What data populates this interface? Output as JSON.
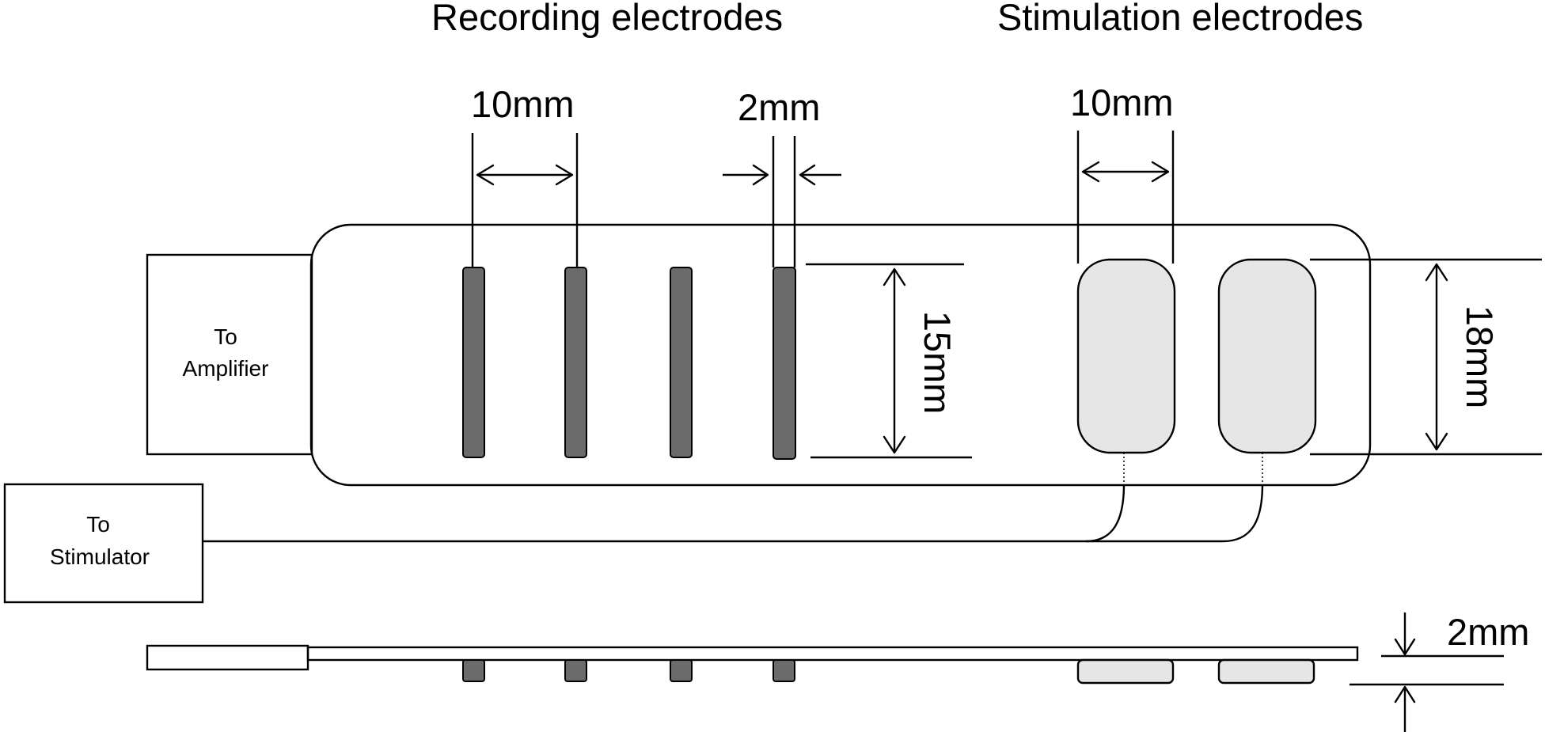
{
  "labels": {
    "recording_title": "Recording electrodes",
    "stimulation_title": "Stimulation electrodes",
    "recording_spacing": "10mm",
    "recording_width": "2mm",
    "recording_length": "15mm",
    "stimulation_spacing": "10mm",
    "stimulation_length": "18mm",
    "thickness": "2mm",
    "amplifier_line1": "To",
    "amplifier_line2": "Amplifier",
    "stimulator_line1": "To",
    "stimulator_line2": "Stimulator"
  },
  "colors": {
    "recording_electrode": "#6b6b6b",
    "stimulation_electrode": "#e6e6e6",
    "outline": "#000000"
  }
}
